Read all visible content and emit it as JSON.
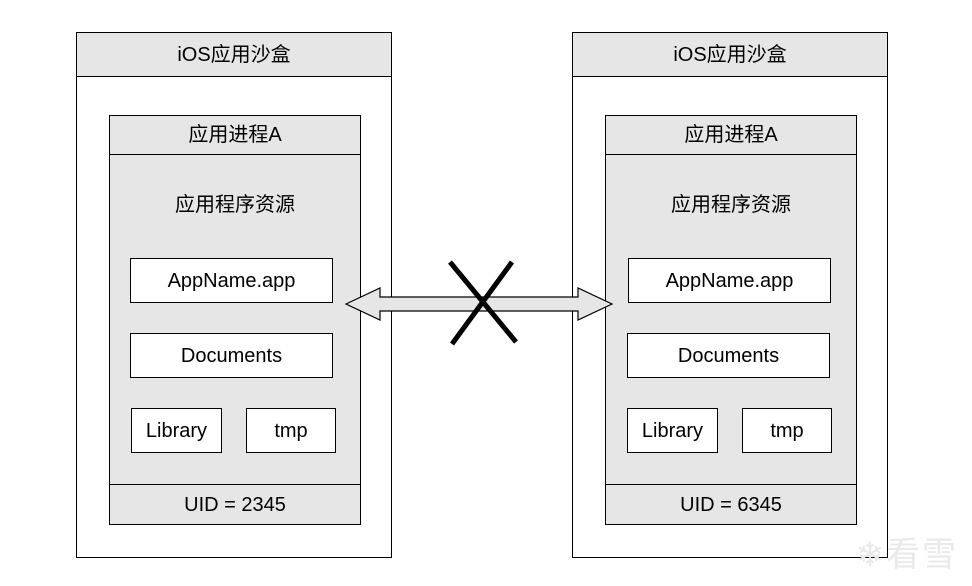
{
  "left_sandbox": {
    "title": "iOS应用沙盒",
    "process": {
      "title": "应用进程A",
      "resources_label": "应用程序资源",
      "folders": {
        "app": "AppName.app",
        "documents": "Documents",
        "library": "Library",
        "tmp": "tmp"
      },
      "uid": "UID = 2345"
    }
  },
  "right_sandbox": {
    "title": "iOS应用沙盒",
    "process": {
      "title": "应用进程A",
      "resources_label": "应用程序资源",
      "folders": {
        "app": "AppName.app",
        "documents": "Documents",
        "library": "Library",
        "tmp": "tmp"
      },
      "uid": "UID = 6345"
    }
  },
  "connector": {
    "meaning": "blocked",
    "arrow_fill": "#e6e6e6",
    "cross_color": "#000000"
  },
  "watermark": {
    "text": "看雪"
  },
  "colors": {
    "box_fill": "#e6e6e6",
    "border": "#000000"
  }
}
